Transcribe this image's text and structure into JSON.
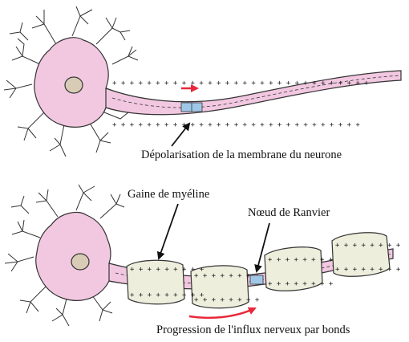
{
  "labels": {
    "depolarisation": "Dépolarisation de la membrane du neurone",
    "gaine": "Gaine de myéline",
    "noeud": "Nœud de Ranvier",
    "progression": "Progression de l'influx nerveux par bonds"
  },
  "colors": {
    "cell_body": "#f2c8e1",
    "membrane_outline": "#333333",
    "nucleus": "#d8ccb6",
    "myelin": "#eeeedd",
    "depolarized_zone": "#9fc7e8",
    "signal_arrow": "#e8283a"
  },
  "icons": {
    "signal": "red-arrow-icon",
    "pointer": "black-arrow-icon"
  }
}
